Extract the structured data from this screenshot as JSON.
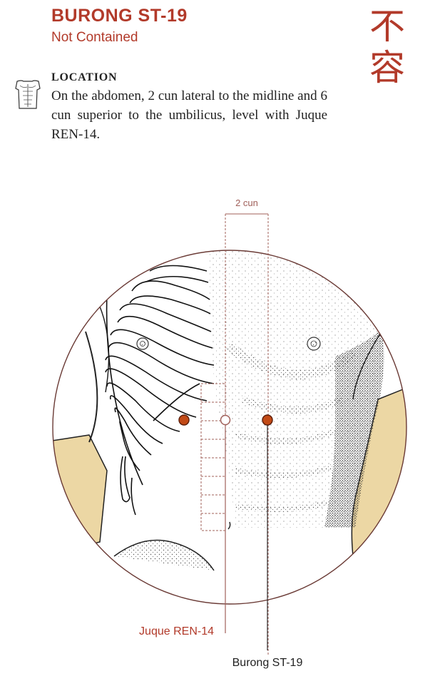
{
  "point": {
    "name": "BURONG ST-19",
    "translation": "Not Contained",
    "hanzi_1": "不",
    "hanzi_2": "容"
  },
  "location": {
    "heading": "LOCATION",
    "text": "On the abdomen, 2 cun lateral to the midline and 6 cun superior to the umbilicus, level with Juque REN-14."
  },
  "diagram": {
    "measure_label": "2 cun",
    "label_reference": "Juque REN-14",
    "label_point": "Burong ST-19",
    "colors": {
      "accent": "#b23a2a",
      "point_fill": "#c24a16",
      "skin_tone": "#ecd7a4",
      "guide": "#a0605a"
    }
  }
}
